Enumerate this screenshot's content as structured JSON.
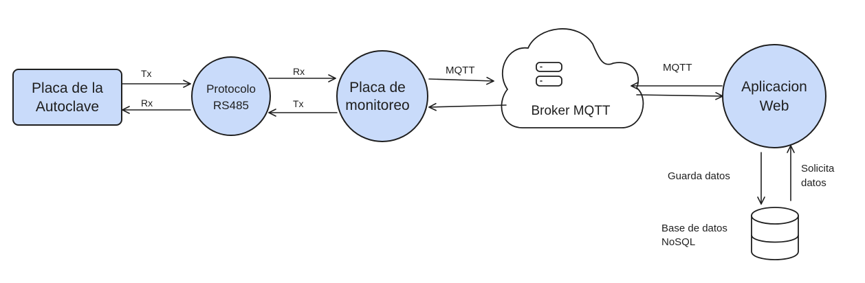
{
  "nodes": {
    "autoclave": {
      "line1": "Placa de la",
      "line2": "Autoclave"
    },
    "protocol": {
      "line1": "Protocolo",
      "line2": "RS485"
    },
    "monitor": {
      "line1": "Placa de",
      "line2": "monitoreo"
    },
    "broker": {
      "label": "Broker MQTT",
      "icon": "server-icon"
    },
    "webapp": {
      "line1": "Aplicacion",
      "line2": "Web"
    },
    "database": {
      "line1": "Base de datos",
      "line2": "NoSQL",
      "icon": "database-icon"
    }
  },
  "edges": {
    "autoclave_to_protocol": "Tx",
    "protocol_to_autoclave": "Rx",
    "protocol_to_monitor": "Rx",
    "monitor_to_protocol": "Tx",
    "monitor_to_broker": "MQTT",
    "broker_webapp": "MQTT",
    "webapp_to_db": "Guarda datos",
    "db_to_webapp": {
      "line1": "Solicita",
      "line2": "datos"
    }
  },
  "colors": {
    "node_fill": "#c9dbfa",
    "stroke": "#1e1e1e"
  }
}
